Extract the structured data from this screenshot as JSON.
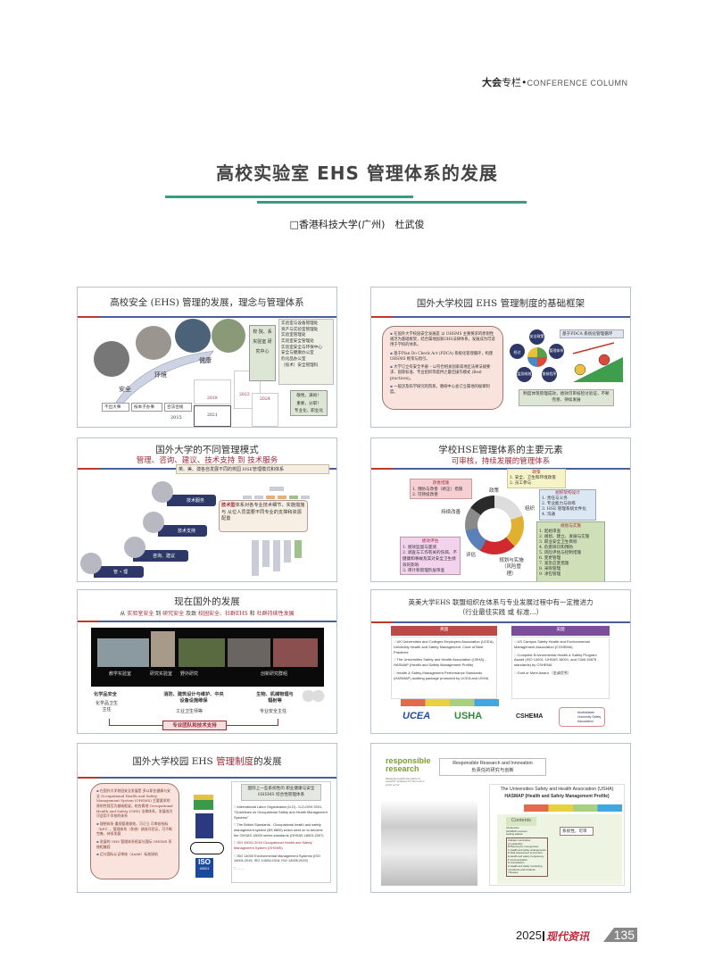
{
  "header": {
    "column_cn_bold": "大会",
    "column_cn": "专栏•",
    "column_en": "CONFERENCE COLUMN"
  },
  "article": {
    "title": "高校实验室 EHS 管理体系的发展",
    "author": "□香港科技大学(广州)　杜武俊"
  },
  "slides": {
    "s1": {
      "title": "高校安全 (EHS) 管理的发展，理念与管理体系",
      "stages": [
        "安全",
        "环境",
        "健康"
      ],
      "steps": [
        "不出大事",
        "按本子办事",
        "合法合规"
      ],
      "years": [
        "2015",
        "2018",
        "2021",
        "2023",
        "2024"
      ],
      "units": "校 院、系 实验室 研究中心",
      "checklist": [
        "实验室与设备管理处",
        "资产与实验室管理处",
        "实验室管理处",
        "实验室安全管理处",
        "实验室安全与环保中心",
        "安全与健康办公室",
        "危化品办公室",
        "（技术）安全管理科"
      ],
      "motto": [
        "敬畏，满尚！",
        "重要，分职！",
        "专业化、职业化"
      ]
    },
    "s2": {
      "title": "国外大学校园 EHS 管理制度的基础框架",
      "bullets": [
        "在国外大学校园安全发展是 以 OHSMS 主要要求的原则性规范为基础框架，结合属地国家OHS法律体系，发展成为可适用于学校的体系。",
        "基于Plan Do Check Act (PDCA) 系统化管理循环，构建OHSMS 框架与指引。",
        "大学订立有安全手册 – 以符合相关国家或地区法律法规要求、国际标准、专业组织等提供之最佳操作模式 (Best practices)。",
        "一般涉及科学研究的院系，教研中心会订立属地的规章制度。"
      ],
      "cycle": [
        "安全政策",
        "管理体系",
        "查核程序",
        "监测成效",
        "检讨"
      ],
      "pdca_label": "基于PDCA 系统化管理循环",
      "summary": "制度体现管理成效，绩效可审核检讨验证，不断完善、持续发展"
    },
    "s3": {
      "title": "国外大学的不同管理模式",
      "subtitle": "管理、咨询、建议、技术支持 到 技术服务",
      "banner": "英、美、澳各自发展不同的校园 HSE管理模式和体系",
      "steps": [
        "技术服务",
        "技术支持",
        "咨询、建议",
        "管 • 理"
      ],
      "callout_red": "技术型",
      "callout": "体系对各专业技术细节，实施措施 与 从位人员需要不同专业的支撑和资源配置"
    },
    "s4": {
      "title": "学校HSE管理体系的主要元素",
      "subtitle": "可审核，持续发展的管理体系",
      "cycle": [
        "政策",
        "组织",
        "规划与实施（风险管理）",
        "评估",
        "持续改善"
      ],
      "improve": {
        "head": "改善措施",
        "items": [
          "1. 预防与改善（矫正）措施",
          "2. 可持续改善"
        ]
      },
      "policy": {
        "head": "政策",
        "items": [
          "1. 安全、卫生和环境政策",
          "2. 员工参与"
        ]
      },
      "org": {
        "head": "组织架构设计",
        "items": [
          "1. 责任与义务",
          "2. 专业能力与训练",
          "3. HSE 管理系统文件化",
          "4. 沟通"
        ]
      },
      "plan": {
        "head": "规划与实施",
        "items": [
          "1. 起始审查",
          "2. 规划、建立、发展与实施",
          "3. 职业安全卫生目标",
          "4. 危害辨识和预防",
          "5. 风险评估与控制措施",
          "6. 变更管理",
          "7. 紧急应变措施",
          "8. 采购管理",
          "9. 承包管理"
        ]
      },
      "eval": {
        "head": "绩效评估",
        "items": [
          "1. 绩效监督与量测",
          "2. 调查与工作有关的伤病、不健康和事故及其对安全卫生绩效的影响",
          "3. 审计和管理阶层审查"
        ]
      }
    },
    "s5": {
      "title": "现在国外的发展",
      "subtitle_parts": [
        "从 ",
        "实验室安全",
        " 到 ",
        "研究安全",
        " 及致 ",
        "校园安全、社群EHS",
        " 和 ",
        "社群持续性发展"
      ],
      "photos": [
        "教学实验室",
        "研究实验室",
        "野外研究",
        "创新研究群组"
      ],
      "cols": [
        [
          "化学品安全",
          "化学品卫生主任"
        ],
        [
          "消防、建筑设计与维护、中央设备设施维保",
          "工业卫生师等"
        ],
        [
          "生物、机械物理与辐射等",
          "专业安全主任"
        ]
      ],
      "team": "专业团队和技术支持"
    },
    "s6": {
      "title": "英美大学EHS 联盟组织在体系与专业发展过程中有一定推进力",
      "title2": "（行业最佳实践 或 标准...）",
      "uk": "英国",
      "us": "美国",
      "uk_items": [
        "UK Universities and Colleges Employers Association (UCEA), University Health and Safety Management. Code of Best Practices",
        "The Universities Safety and Health Association (USHA) - HASMAP (Health and Safety Management Profile)",
        "Health & Safety Management Performance Standards (HASMAP) auditing package promoted by UCEA and USHA"
      ],
      "us_items": [
        "US Campus Safety Health and Environmental Management Association (CSHEMA)",
        "Complete Environmental Health & Safety Program Award (ISO 14001, UHSAS 18001, and CWA 15879 standards) by CSHEMA",
        "Gold or Merit Award （金或优秀）"
      ],
      "logos": [
        "UCEA",
        "USHA",
        "CSHEMA",
        "Australasian University Safety Association"
      ]
    },
    "s7": {
      "title_a": "国外大学校园 EHS ",
      "title_b": "管理制度",
      "title_c": "的发展",
      "bullets": [
        "在国外大学校园安全发展是 多以职业健康与安全 Occupational Health and Safety Management System (OHSMS) 主要要求的原则性规范为基础框架，结合属地 Occupational Health and Safety (OHS) 法律体系，发展成为可适用于学校的体系",
        "理想体系-重视管理绩效，可订立 可审核指标（KPI），管理体系（系统）绩效可验证，可不断完善，持续发展",
        "发展的 OHS 管理体系框架与国际 OHSMS 系统相兼容",
        "迈与国际认证审核（Audit）标准接轨"
      ],
      "list_head": "国际上一些系统性的 职业健康与安全OHSMS 综合性管理体系",
      "list": [
        "International Labor Organization (ILO) - ILO-OSH 2001, \"Guidelines on Occupational Safety and Health Management Systems\"",
        "The British Standards - Occupational health and safety management system (BS 8800) which went on to become the OHSAS 18000 series standards (OHSAS 18001:2007)",
        "ISO 45001:2018 Occupational Health and Safety Management System (OHSMS)",
        "ISO 14000 Environmental Management Systems (ISO 14001:2015, ISO 14004:2016; ISO 14005:2019)",
        "……"
      ],
      "iso": "ISO",
      "iso_num": "45001"
    },
    "s8": {
      "cover_title": "responsible research",
      "cover_sub": "Managing health and safety in research: guidance for the not-for-profit sector",
      "label_en": "Responsible Research and Innovation",
      "label_cn": "负责任的研究与创新",
      "usha_title": "The Universities Safety and Health Association (USHA)",
      "usha_sub": "HASMAP (Health and Safety Management Profile)",
      "contents": "Contents",
      "systematic": "系统性，可审核",
      "toc": [
        "Introduction",
        "HASMAP overview",
        "Getting started",
        "Indicator summaries",
        "A  Leadership",
        "B  Planning for emergencies",
        "C  Health and safety arrangements",
        "D  Risk assessment and control",
        "E  Health and safety competency",
        "F  Communication",
        "G  Consultation",
        "H  Health and safety monitoring",
        "I  Accidents and incidents",
        "J  Review"
      ]
    }
  },
  "footer": {
    "year": "2025",
    "magazine": "现代资讯",
    "page": "135"
  },
  "colors": {
    "accent_green": "#3a9a82",
    "slide_red": "#a12a3a",
    "slide_blue": "#4a5f95"
  }
}
